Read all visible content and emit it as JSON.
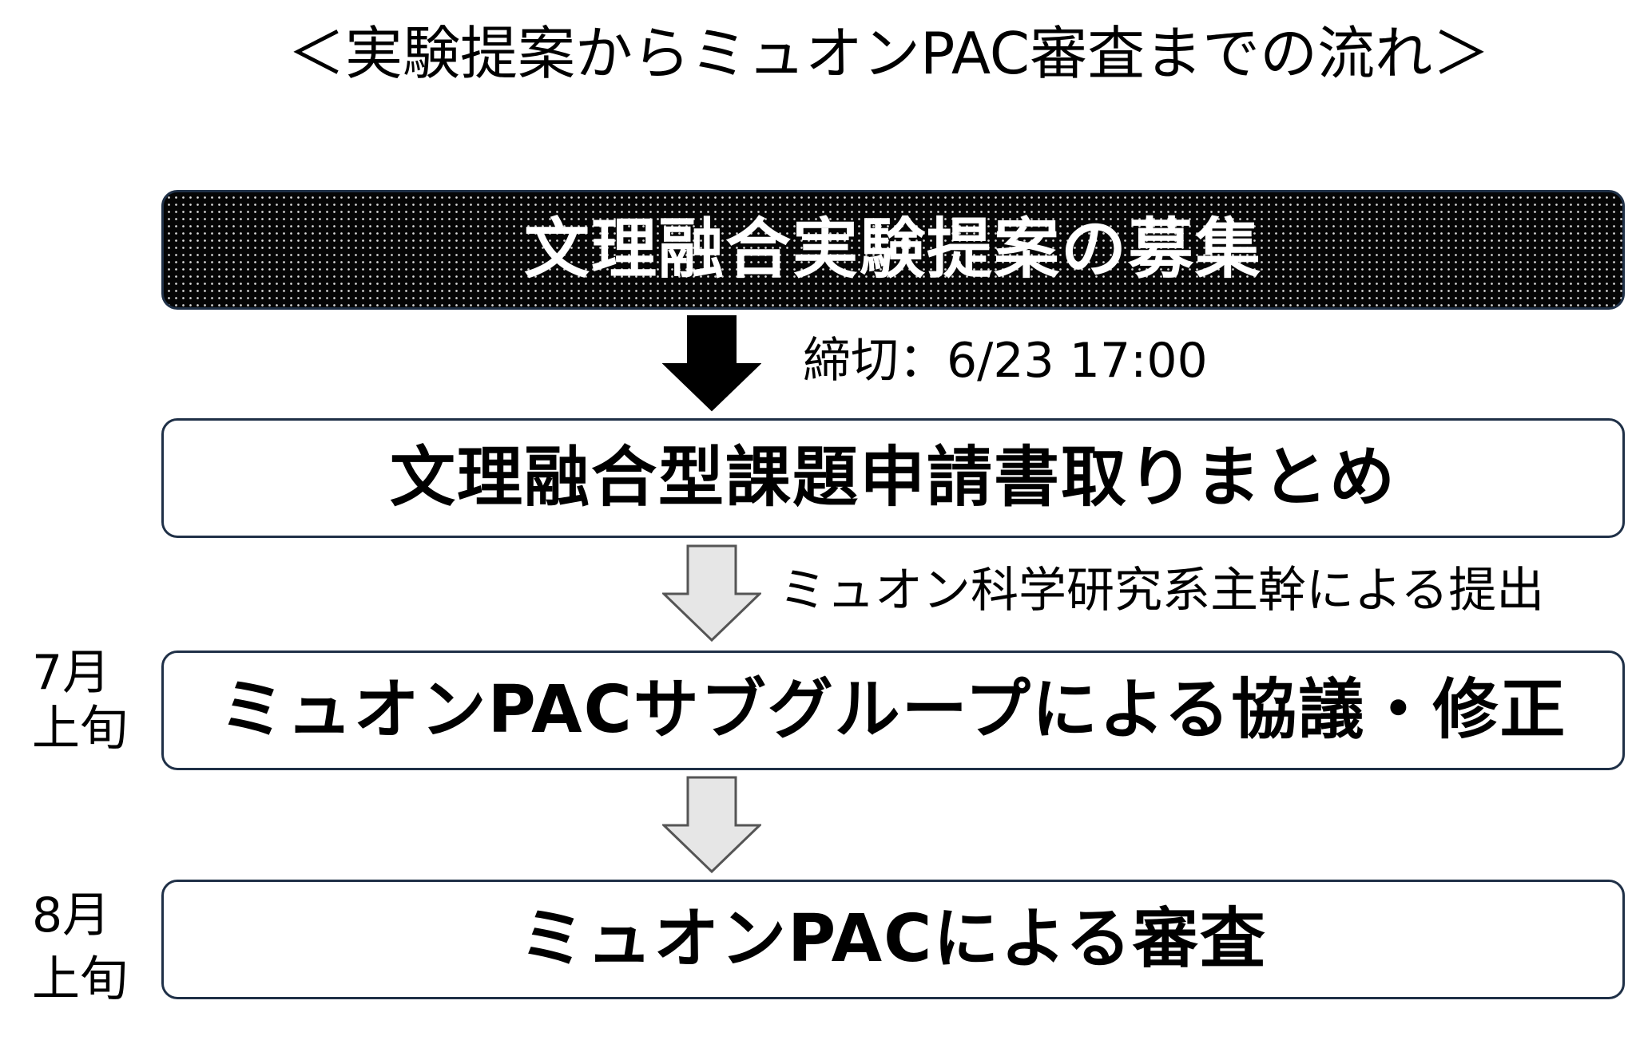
{
  "title": "＜実験提案からミュオンPAC審査までの流れ＞",
  "steps": [
    {
      "label": "文理融合実験提案の募集",
      "style": "dark"
    },
    {
      "label": "文理融合型課題申請書取りまとめ",
      "style": "light"
    },
    {
      "label": "ミュオンPACサブグループによる協議・修正",
      "style": "light"
    },
    {
      "label": "ミュオンPACによる審査",
      "style": "light"
    }
  ],
  "arrows": [
    {
      "note": "締切：6/23 17:00",
      "style": "solid-black"
    },
    {
      "note": "ミュオン科学研究系主幹による提出",
      "style": "outline-gray"
    },
    {
      "note": "",
      "style": "outline-gray"
    }
  ],
  "timing": {
    "step3_month": "7月",
    "step3_period": "上旬",
    "step4_month": "8月",
    "step4_period": "上旬"
  },
  "colors": {
    "box_border": "#1f3047",
    "solid_arrow": "#000000",
    "outline_arrow_fill": "#e6e6e6",
    "outline_arrow_stroke": "#555555"
  }
}
